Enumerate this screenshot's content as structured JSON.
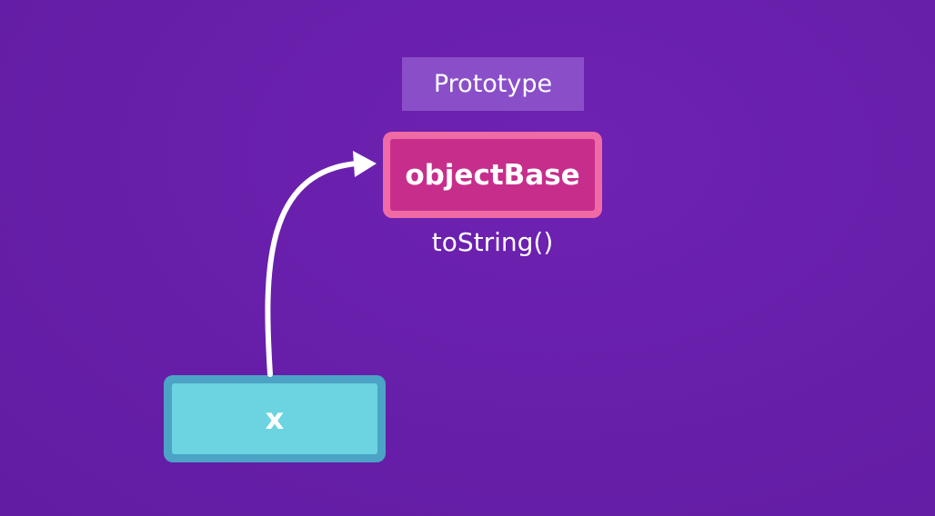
{
  "diagram": {
    "prototype_label": "Prototype",
    "prototype_object": {
      "name": "objectBase",
      "method": "toString()"
    },
    "instance": {
      "name": "x"
    },
    "link": {
      "from": "x",
      "to": "objectBase"
    }
  },
  "colors": {
    "background": "#6a1fad",
    "prototype_label_bg": "#8a4fc8",
    "object_border": "#f06aa5",
    "object_fill": "#c72e8c",
    "instance_border": "#4ba3c6",
    "instance_fill": "#6bd4e0",
    "arrow": "#ffffff"
  }
}
